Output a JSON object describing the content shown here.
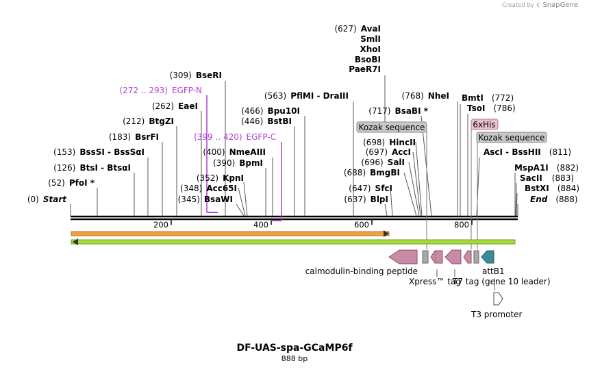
{
  "credit": {
    "prefix": "Created by",
    "brand": "SnapGene"
  },
  "map": {
    "name": "DF-UAS-spa-GCaMP6f",
    "length_label": "888 bp",
    "length": 888,
    "ticks": [
      200,
      400,
      600,
      800
    ],
    "start_label": "Start",
    "end_label": "End"
  },
  "sites": [
    {
      "pos": "(0)",
      "name": "Start",
      "bp": 0,
      "end": true
    },
    {
      "pos": "(52)",
      "name": "PfoI *",
      "bp": 52
    },
    {
      "pos": "(126)",
      "name": "BtsI  - BtsαI",
      "bp": 126
    },
    {
      "pos": "(153)",
      "name": "BssSI  - BssSαI",
      "bp": 153
    },
    {
      "pos": "(183)",
      "name": "BsrFI",
      "bp": 183
    },
    {
      "pos": "(212)",
      "name": "BtgZI",
      "bp": 212
    },
    {
      "pos": "(262)",
      "name": "EaeI",
      "bp": 262
    },
    {
      "pos": "(309)",
      "name": "BseRI",
      "bp": 309
    },
    {
      "pos": "(345)",
      "name": "BsaWI",
      "bp": 345
    },
    {
      "pos": "(348)",
      "name": "Acc65I",
      "bp": 348
    },
    {
      "pos": "(352)",
      "name": "KpnI",
      "bp": 352
    },
    {
      "pos": "(390)",
      "name": "BpmI",
      "bp": 390
    },
    {
      "pos": "(400)",
      "name": "NmeAIII",
      "bp": 400
    },
    {
      "pos": "(446)",
      "name": "BstBI",
      "bp": 446
    },
    {
      "pos": "(466)",
      "name": "Bpu10I",
      "bp": 466
    },
    {
      "pos": "(563)",
      "name": "PflMI  - DraIII",
      "bp": 563
    },
    {
      "pos": "(637)",
      "name": "BlpI",
      "bp": 637
    },
    {
      "pos": "(647)",
      "name": "SfcI",
      "bp": 647
    },
    {
      "pos": "(688)",
      "name": "BmgBI",
      "bp": 688
    },
    {
      "pos": "(696)",
      "name": "SalI",
      "bp": 696
    },
    {
      "pos": "(697)",
      "name": "AccI",
      "bp": 697
    },
    {
      "pos": "(698)",
      "name": "HincII",
      "bp": 698
    },
    {
      "pos": "(717)",
      "name": "BsaBI *",
      "bp": 717
    },
    {
      "pos": "(627)",
      "name": "AvaI",
      "bp": 627
    },
    {
      "pos": "",
      "name": "SmlI",
      "bp": 627
    },
    {
      "pos": "",
      "name": "XhoI",
      "bp": 627
    },
    {
      "pos": "",
      "name": "BsoBI",
      "bp": 627
    },
    {
      "pos": "",
      "name": "PaeR7I",
      "bp": 627
    },
    {
      "pos": "(768)",
      "name": "NheI",
      "bp": 768
    },
    {
      "pos": "(772)",
      "name": "BmtI",
      "bp": 772
    },
    {
      "pos": "(786)",
      "name": "TsoI",
      "bp": 786
    },
    {
      "pos": "(811)",
      "name": "AscI  - BssHII",
      "bp": 811
    },
    {
      "pos": "(882)",
      "name": "MspA1I",
      "bp": 882
    },
    {
      "pos": "(883)",
      "name": "SacII",
      "bp": 883
    },
    {
      "pos": "(884)",
      "name": "BstXI",
      "bp": 884
    },
    {
      "pos": "(888)",
      "name": "End",
      "bp": 888,
      "end": true
    }
  ],
  "primers": [
    {
      "range": "(272 .. 293)",
      "name": "EGFP-N",
      "color": "#b03fd0"
    },
    {
      "range": "(399 .. 420)",
      "name": "EGFP-C",
      "color": "#b03fd0"
    }
  ],
  "boxed_features": [
    {
      "name": "Kozak sequence",
      "color": "#c9c9c9"
    },
    {
      "name": "6xHis",
      "color": "#e8c2cf"
    },
    {
      "name": "Kozak sequence",
      "color": "#c9c9c9"
    }
  ],
  "features": [
    {
      "name": "calmodulin-binding peptide"
    },
    {
      "name": "Xpress™ tag"
    },
    {
      "name": "T7 tag (gene 10 leader)"
    },
    {
      "name": "attB1"
    },
    {
      "name": "T3 promoter"
    }
  ],
  "colors": {
    "feature_pink": "#c98aa6",
    "attb_teal": "#3f8a97",
    "orange_bar": "#f0a040",
    "green_bar": "#a6dc3a",
    "primer_purple": "#b03fd0",
    "grey_box": "#a9a9a9"
  }
}
